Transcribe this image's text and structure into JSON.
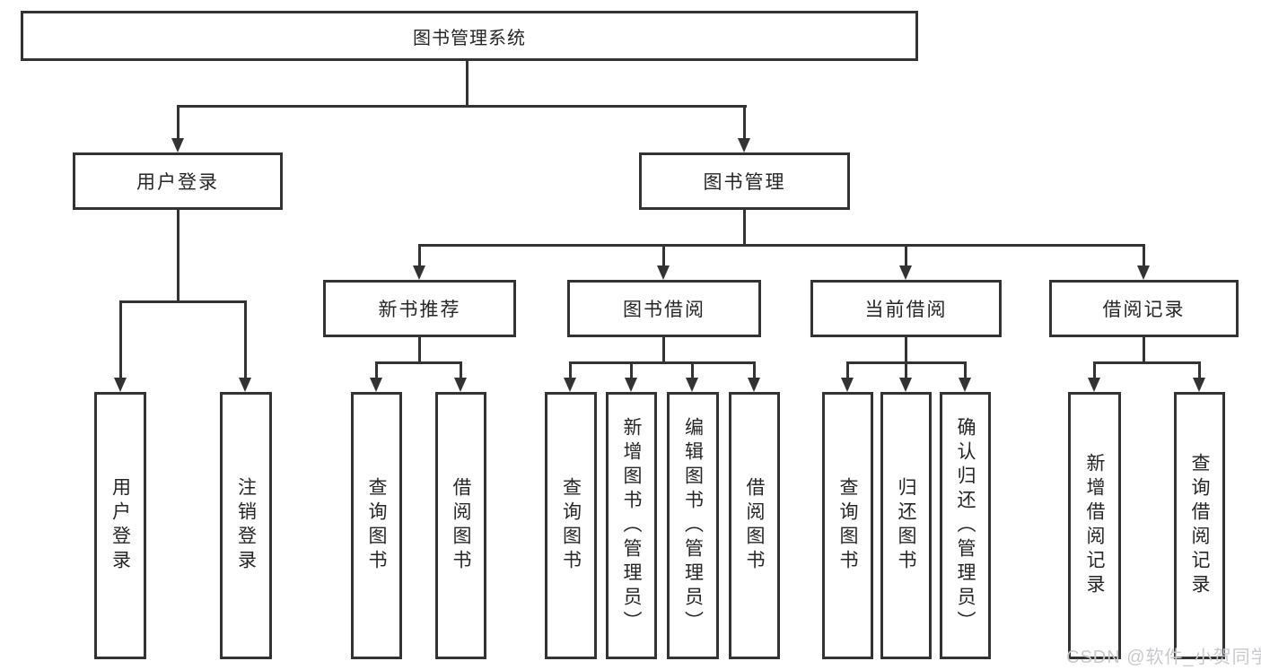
{
  "diagram": {
    "root_label": "图书管理系统",
    "branches": [
      {
        "label": "用户登录",
        "children": [
          {
            "label": "用户登录"
          },
          {
            "label": "注销登录"
          }
        ]
      },
      {
        "label": "图书管理",
        "children": [
          {
            "label": "新书推荐",
            "children": [
              {
                "label": "查询图书"
              },
              {
                "label": "借阅图书"
              }
            ]
          },
          {
            "label": "图书借阅",
            "children": [
              {
                "label": "查询图书"
              },
              {
                "label": "新增图书（管理员）"
              },
              {
                "label": "编辑图书（管理员）"
              },
              {
                "label": "借阅图书"
              }
            ]
          },
          {
            "label": "当前借阅",
            "children": [
              {
                "label": "查询图书"
              },
              {
                "label": "归还图书"
              },
              {
                "label": "确认归还（管理员）"
              }
            ]
          },
          {
            "label": "借阅记录",
            "children": [
              {
                "label": "新增借阅记录"
              },
              {
                "label": "查询借阅记录"
              }
            ]
          }
        ]
      }
    ]
  },
  "watermark": {
    "text": "CSDN @软件_小贺同学"
  },
  "colors": {
    "line": "#333333",
    "text": "#262626",
    "background": "#ffffff",
    "watermark": "#c9c9cd"
  }
}
